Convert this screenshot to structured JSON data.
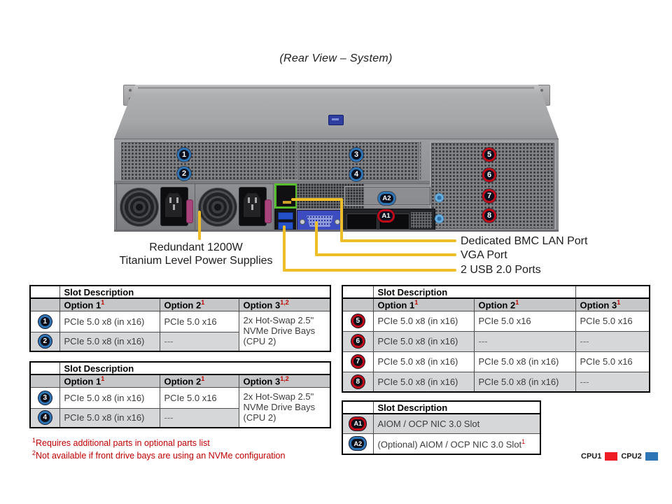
{
  "title": "(Rear View – System)",
  "colors": {
    "badge_blue": "#2e75b6",
    "badge_red": "#c00b19",
    "callout_yellow": "#eebe29",
    "footnote_red": "#c00000",
    "cpu1_red": "#ee1c25",
    "cpu2_blue": "#2e75b6"
  },
  "callouts": {
    "psu_line1": "Redundant 1200W",
    "psu_line2": "Titanium Level Power Supplies",
    "bmc": "Dedicated BMC LAN Port",
    "vga": "VGA Port",
    "usb": "2 USB 2.0 Ports"
  },
  "chassis": {
    "badges": [
      {
        "label": "1"
      },
      {
        "label": "2"
      },
      {
        "label": "3"
      },
      {
        "label": "4"
      },
      {
        "label": "5"
      },
      {
        "label": "6"
      },
      {
        "label": "7"
      },
      {
        "label": "8"
      },
      {
        "label": "A2"
      },
      {
        "label": "A1"
      }
    ]
  },
  "tables": {
    "slots_1_2": {
      "header": "Slot Description",
      "col1_label": "Option 1",
      "col1_sup": "1",
      "col2_label": "Option 2",
      "col2_sup": "1",
      "col3_label": "Option 3",
      "col3_sup": "1,2",
      "row1_badge": "1",
      "row1_opt1": "PCIe 5.0 x8 (in x16)",
      "row1_opt2": "PCIe 5.0 x16",
      "row2_badge": "2",
      "row2_opt1": "PCIe 5.0 x8 (in x16)",
      "row2_opt2": "---",
      "opt3_merged": "2x Hot-Swap 2.5\" NVMe Drive Bays (CPU 2)"
    },
    "slots_3_4": {
      "header": "Slot Description",
      "col1_label": "Option 1",
      "col1_sup": "1",
      "col2_label": "Option 2",
      "col2_sup": "1",
      "col3_label": "Option 3",
      "col3_sup": "1,2",
      "row1_badge": "3",
      "row1_opt1": "PCIe 5.0 x8 (in x16)",
      "row1_opt2": "PCIe 5.0 x16",
      "row2_badge": "4",
      "row2_opt1": "PCIe 5.0 x8 (in x16)",
      "row2_opt2": "---",
      "opt3_merged": "2x Hot-Swap 2.5\" NVMe Drive Bays (CPU 2)"
    },
    "slots_5_8": {
      "header": "Slot Description",
      "col1_label": "Option 1",
      "col1_sup": "1",
      "col2_label": "Option 2",
      "col2_sup": "1",
      "col3_label": "Option 3",
      "col3_sup": "1",
      "rows": [
        {
          "badge": "5",
          "opt1": "PCIe 5.0 x8 (in x16)",
          "opt2": "PCIe 5.0 x16",
          "opt3": "PCIe 5.0 x16"
        },
        {
          "badge": "6",
          "opt1": "PCIe 5.0 x8 (in x16)",
          "opt2": "---",
          "opt3": "---"
        },
        {
          "badge": "7",
          "opt1": "PCIe 5.0 x8 (in x16)",
          "opt2": "PCIe 5.0 x8 (in x16)",
          "opt3": "PCIe 5.0 x16"
        },
        {
          "badge": "8",
          "opt1": "PCIe 5.0 x8 (in x16)",
          "opt2": "PCIe 5.0 x8 (in x16)",
          "opt3": "---"
        }
      ]
    },
    "aiom": {
      "header": "Slot Description",
      "row1_badge": "A1",
      "row1_desc": "AIOM / OCP NIC 3.0 Slot",
      "row2_badge": "A2",
      "row2_desc": "(Optional) AIOM / OCP NIC 3.0 Slot",
      "row2_sup": "1"
    }
  },
  "footnotes": {
    "fn1_sup": "1",
    "fn1_text": "Requires additional parts in optional parts list",
    "fn2_sup": "2",
    "fn2_text": "Not available if front drive bays are using an NVMe  configuration"
  },
  "legend": {
    "cpu1": "CPU1",
    "cpu2": "CPU2"
  }
}
